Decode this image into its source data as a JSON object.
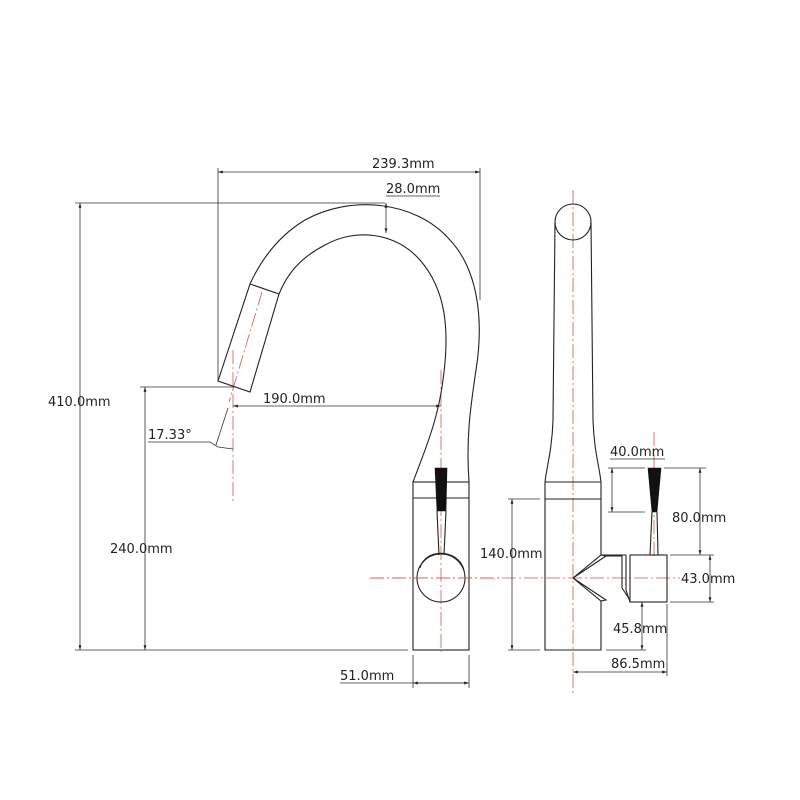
{
  "drawing": {
    "front_view": {
      "overall_width": "239.3mm",
      "spout_diameter": "28.0mm",
      "overall_height": "410.0mm",
      "spout_height": "240.0mm",
      "reach": "190.0mm",
      "spray_angle": "17.33°",
      "base_width": "51.0mm"
    },
    "side_view": {
      "body_height": "140.0mm",
      "handle_width": "40.0mm",
      "handle_height": "80.0mm",
      "outlet_diameter": "43.0mm",
      "outlet_height": "45.8mm",
      "outlet_offset": "86.5mm"
    },
    "colors": {
      "line": "#222222",
      "centerline": "#d9534f"
    }
  }
}
